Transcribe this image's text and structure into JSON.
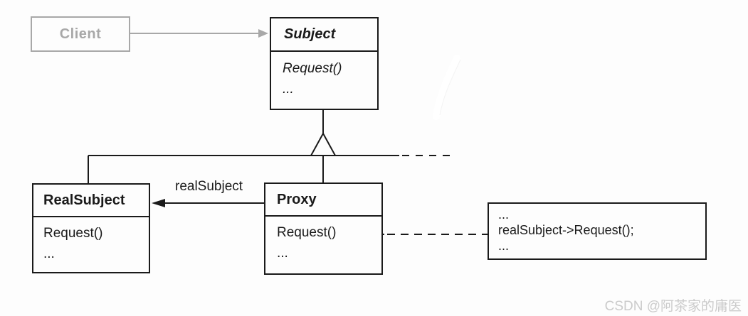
{
  "watermark": "CSDN @阿茶家的庸医",
  "classes": {
    "client": {
      "name": "Client"
    },
    "subject": {
      "name": "Subject",
      "methods": [
        "Request()",
        "..."
      ]
    },
    "realSubject": {
      "name": "RealSubject",
      "methods": [
        "Request()",
        "..."
      ]
    },
    "proxy": {
      "name": "Proxy",
      "methods": [
        "Request()",
        "..."
      ]
    }
  },
  "relations": {
    "proxy_to_realsubject_label": "realSubject"
  },
  "note": {
    "lines": [
      "...",
      "realSubject->Request();",
      "..."
    ]
  },
  "colors": {
    "line_black": "#1a1a1a",
    "client_gray": "#a8a8a8",
    "note_fold_gray": "#9a9a9a",
    "watermark_gray": "#cbcbcb",
    "background": "#fdfdfd"
  }
}
